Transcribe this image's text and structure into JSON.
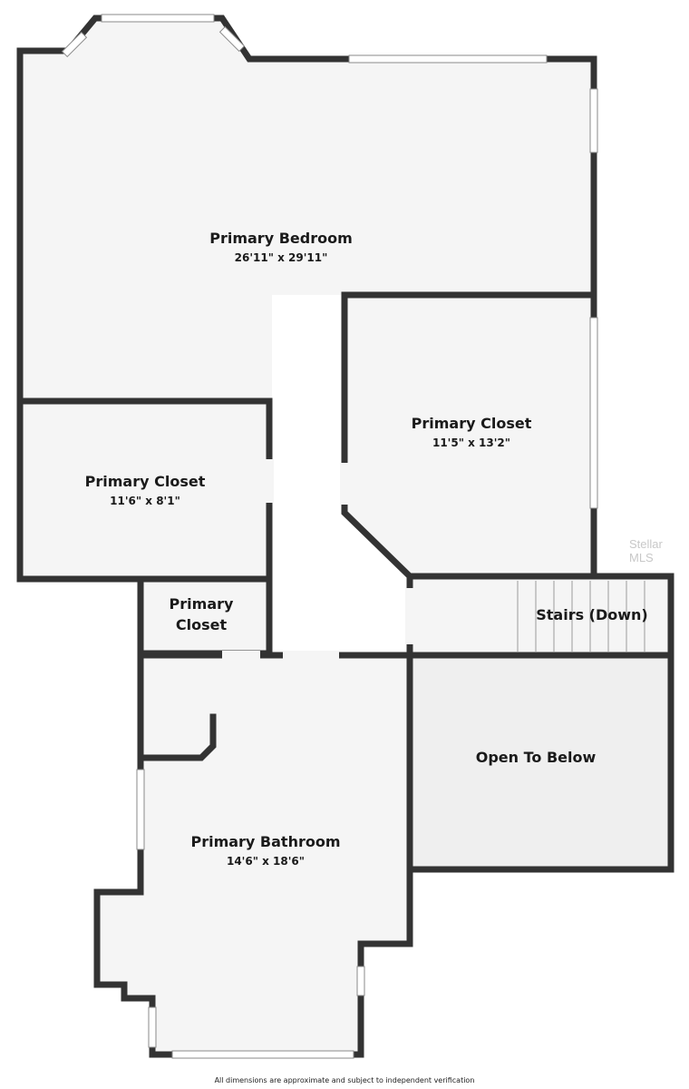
{
  "rooms": {
    "primary_bedroom": {
      "name": "Primary Bedroom",
      "dims": "26'11\" x 29'11\""
    },
    "primary_closet_right": {
      "name": "Primary Closet",
      "dims": "11'5\" x 13'2\""
    },
    "primary_closet_left": {
      "name": "Primary Closet",
      "dims": "11'6\" x 8'1\""
    },
    "primary_closet_small": {
      "name_line1": "Primary",
      "name_line2": "Closet"
    },
    "stairs": {
      "name": "Stairs (Down)"
    },
    "open_to_below": {
      "name": "Open To Below"
    },
    "primary_bathroom": {
      "name": "Primary Bathroom",
      "dims": "14'6\" x 18'6\""
    }
  },
  "footer_note": "All dimensions are approximate and subject to independent verification",
  "watermark": "Stellar MLS"
}
